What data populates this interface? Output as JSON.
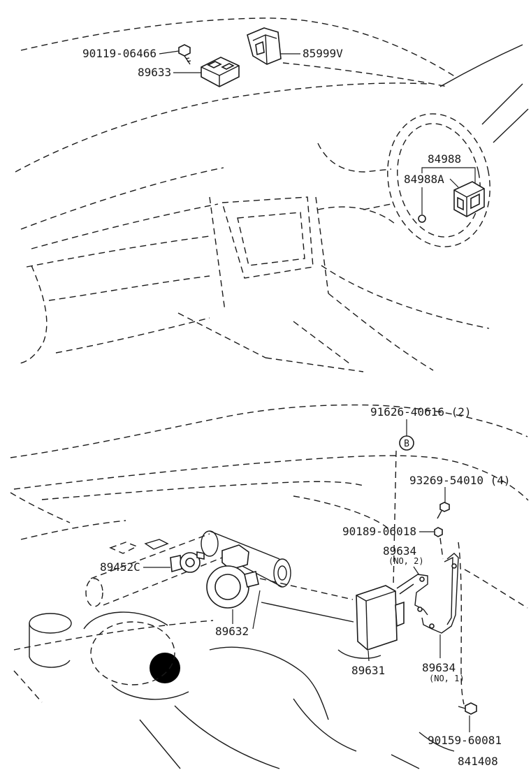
{
  "colors": {
    "background": "#ffffff",
    "line": "#1a1a1a"
  },
  "callouts": [
    {
      "label": "90119-06466"
    },
    {
      "label": "89633"
    },
    {
      "label": "85999V"
    },
    {
      "label": "84988"
    },
    {
      "label": "84988A"
    },
    {
      "label": "91626-40616 (2)"
    },
    {
      "label": "B"
    },
    {
      "label": "93269-54010 (4)"
    },
    {
      "label": "90189-06018"
    },
    {
      "label": "89634",
      "note": "(NO, 2)"
    },
    {
      "label": "89452C"
    },
    {
      "label": "89632"
    },
    {
      "label": "89631"
    },
    {
      "label": "89634",
      "note": "(NO, 1)"
    },
    {
      "label": "90159-60081"
    }
  ],
  "figure_id": "841408"
}
